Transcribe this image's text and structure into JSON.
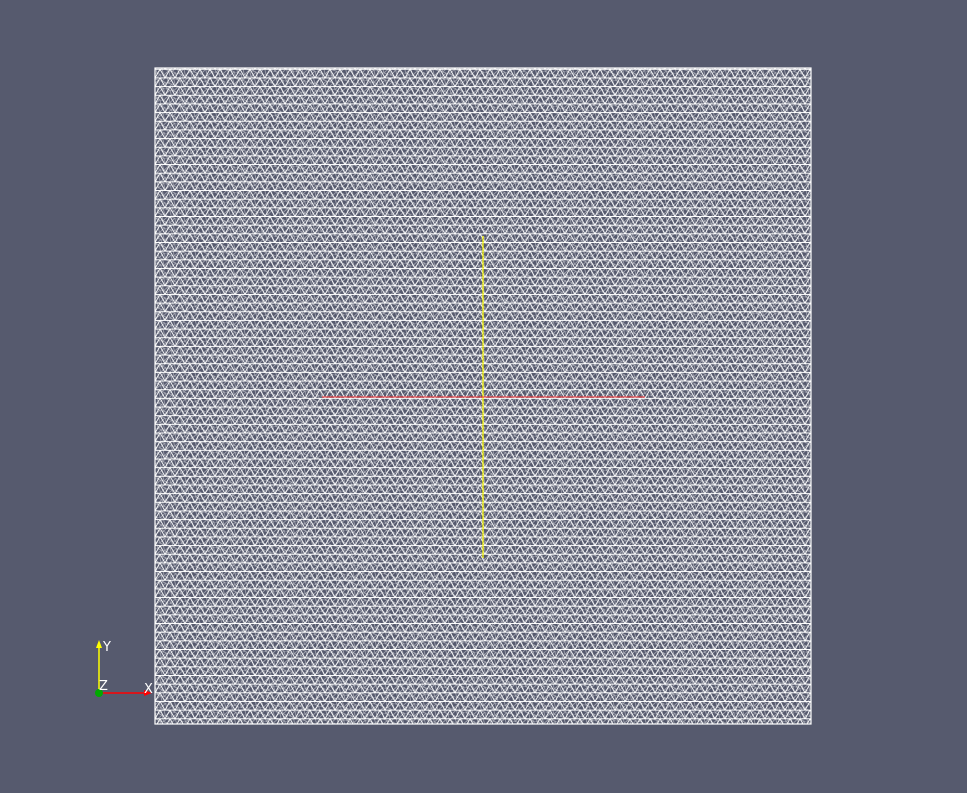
{
  "view": {
    "background_color": "#565a6e",
    "mesh_color": "#ffffff",
    "mesh_fill": "#565a6e"
  },
  "overlays": {
    "vertical_line_color": "#ffff00",
    "horizontal_line_color": "#ff3030"
  },
  "axes": {
    "x_label": "X",
    "y_label": "Y",
    "z_label": "Z",
    "x_color": "#ff0000",
    "y_color": "#ffff00",
    "z_color": "#00aa00"
  }
}
